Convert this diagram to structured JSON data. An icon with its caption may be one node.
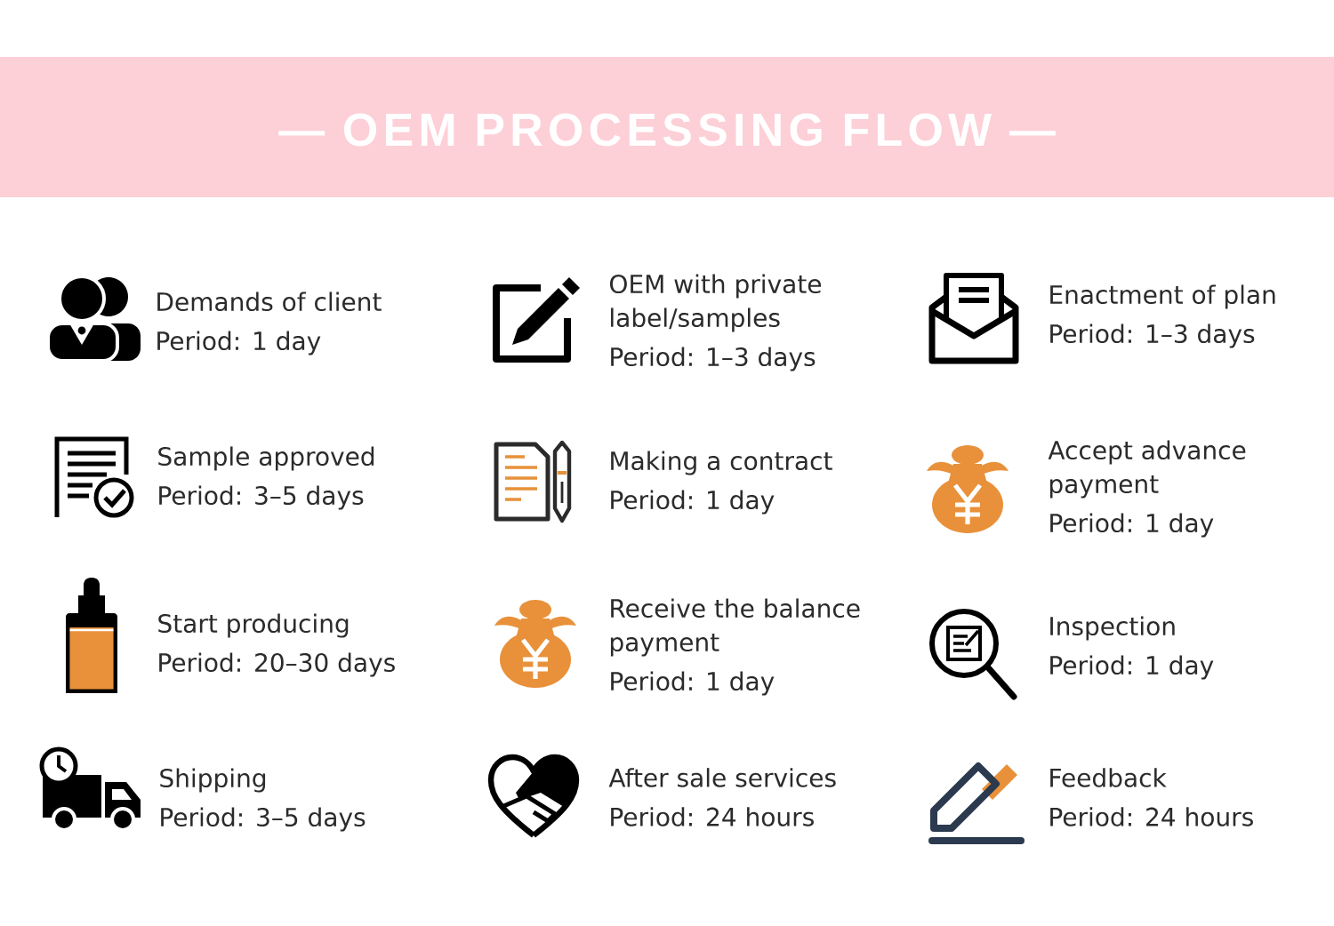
{
  "diagram": {
    "title": "— OEM PROCESSING FLOW —",
    "nodes": [
      {
        "text": [
          "Demands of client",
          "Period: 1 day"
        ]
      },
      {
        "text": [
          "OEM with private label/samples",
          "Period: 1–3 days"
        ]
      },
      {
        "text": [
          "Enactment of plan",
          "Period: 1–3 days"
        ]
      },
      {
        "text": [
          "Sample approved",
          "Period: 3–5 days"
        ]
      },
      {
        "text": [
          "Making a contract",
          "Period: 1 day"
        ]
      },
      {
        "text": [
          "Accept advance payment",
          "Period: 1 day"
        ]
      },
      {
        "text": [
          "Start producing",
          "Period: 20–30 days"
        ]
      },
      {
        "text": [
          "Receive the balance payment",
          "Period: 1 day"
        ]
      },
      {
        "text": [
          "Inspection",
          "Period: 1 day"
        ]
      },
      {
        "text": [
          "Shipping",
          "Period: 3–5 days"
        ]
      },
      {
        "text": [
          "After sale services",
          "Period: 24 hours"
        ]
      },
      {
        "text": [
          "Feedback",
          "Period: 24 hours"
        ]
      }
    ]
  }
}
